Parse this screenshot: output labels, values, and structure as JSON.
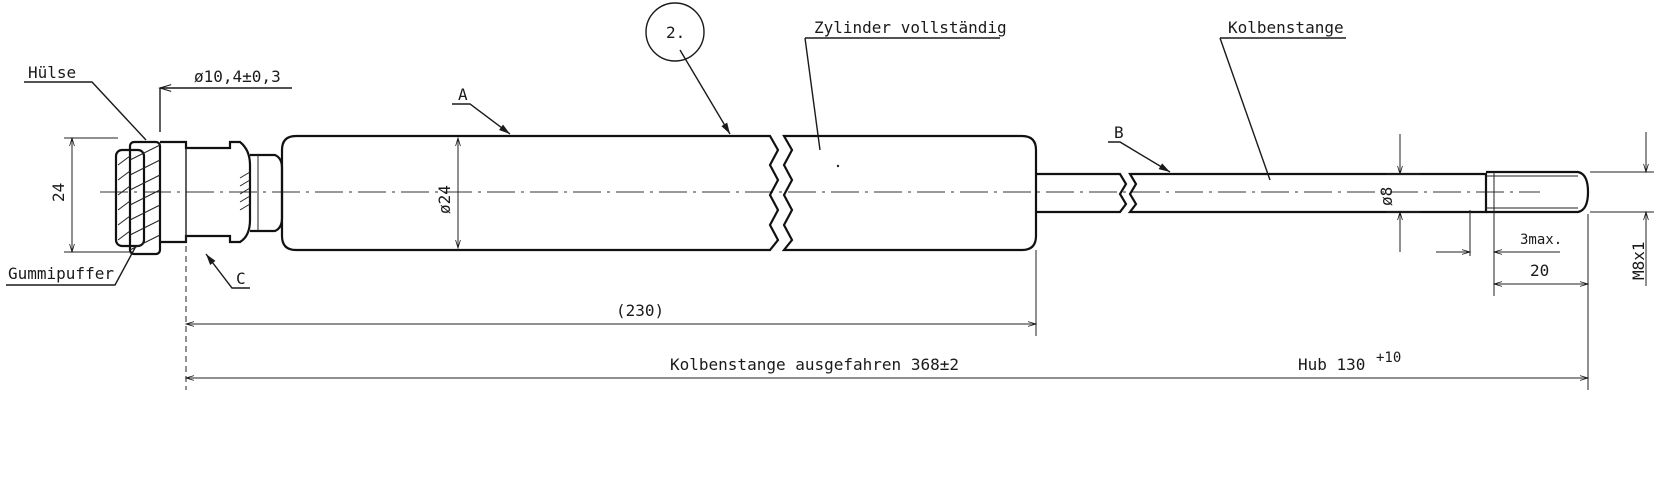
{
  "labels": {
    "huelse": "Hülse",
    "diameter_sleeve": "ø10,4±0,3",
    "item_number": "2.",
    "cylinder": "Zylinder vollständig",
    "piston_rod": "Kolbenstange",
    "ref_a": "A",
    "ref_b": "B",
    "ref_c": "C",
    "height_24": "24",
    "diameter_24": "ø24",
    "diameter_8": "ø8",
    "thread": "M8x1",
    "three_max": "3max.",
    "twenty": "20",
    "rubber_buffer": "Gummipuffer",
    "length_230": "(230)",
    "extended_length": "Kolbenstange ausgefahren 368±2",
    "stroke": "Hub 130",
    "stroke_tolerance": "+10"
  }
}
